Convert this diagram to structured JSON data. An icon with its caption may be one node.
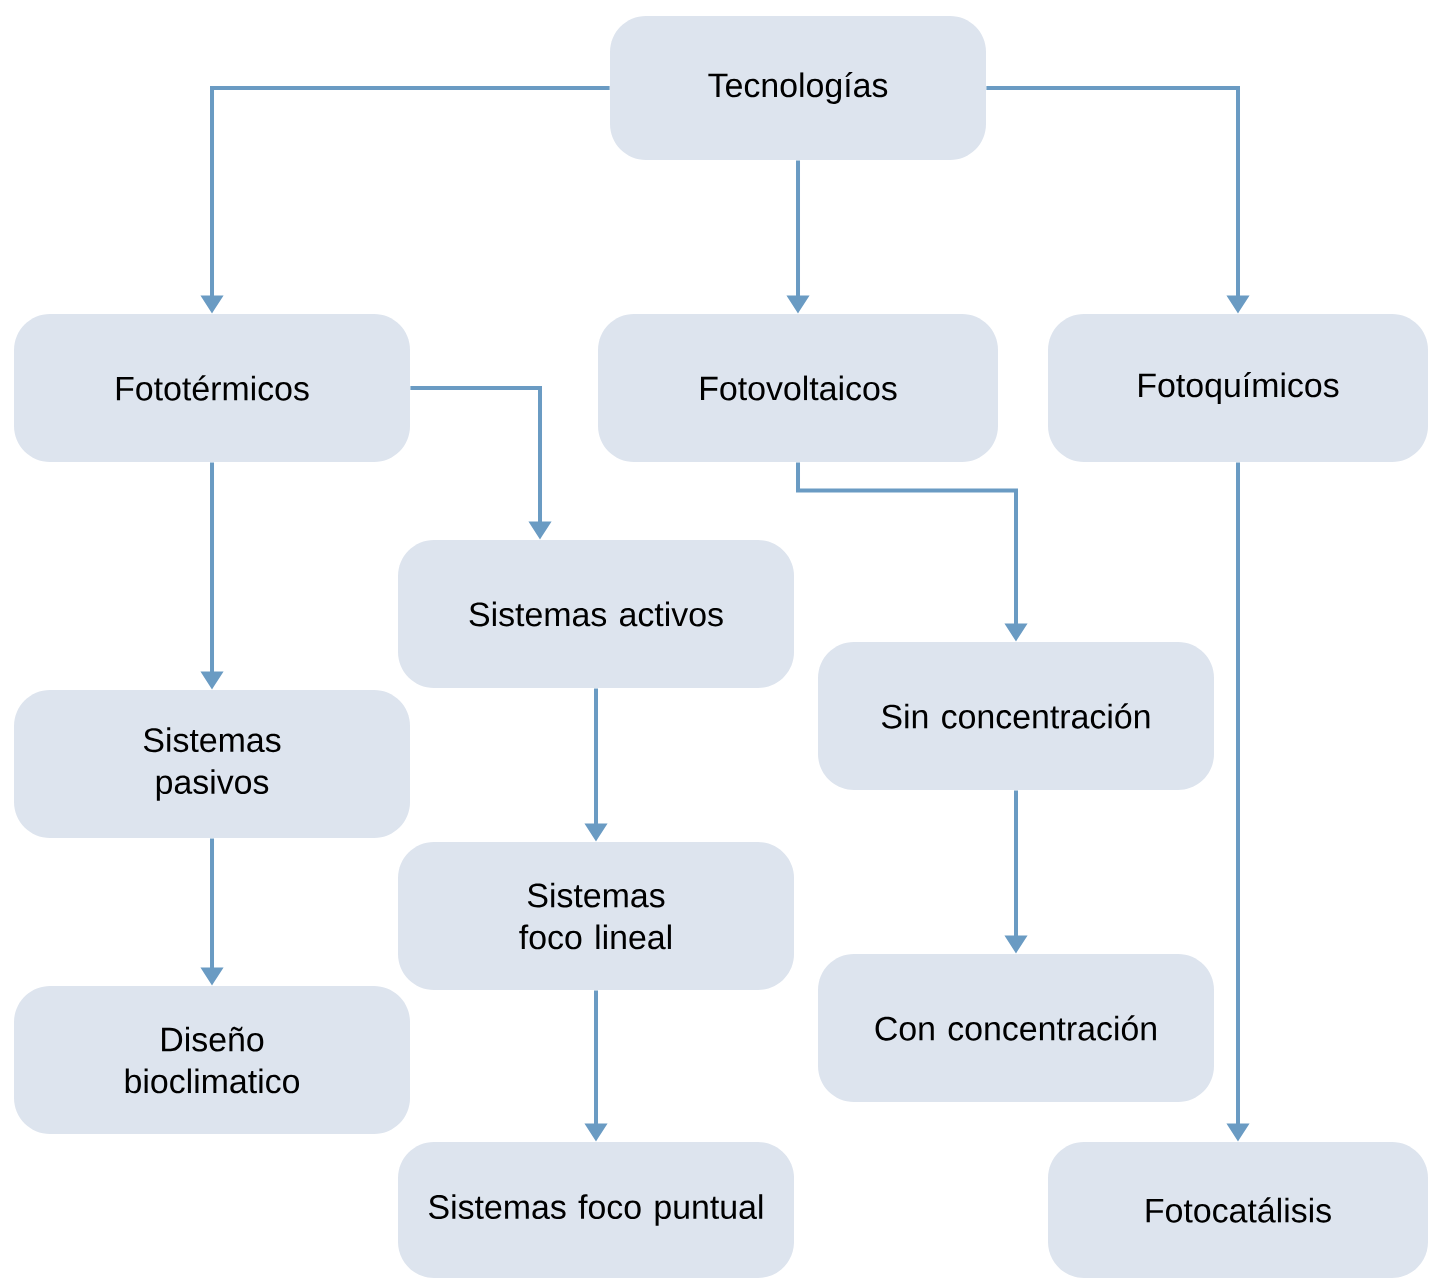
{
  "diagram": {
    "nodes": [
      {
        "text": [
          "Tecnologías"
        ]
      },
      {
        "text": [
          "Fototérmicos"
        ]
      },
      {
        "text": [
          "Fotovoltaicos"
        ]
      },
      {
        "text": [
          "Fotoquímicos"
        ]
      },
      {
        "text": [
          "Sistemas activos"
        ]
      },
      {
        "text": [
          "Sistemas pasivos"
        ]
      },
      {
        "text": [
          "Sin concentración"
        ]
      },
      {
        "text": [
          "Sistemas foco lineal"
        ]
      },
      {
        "text": [
          "Con concentración"
        ]
      },
      {
        "text": [
          "Diseño bioclimatico"
        ]
      },
      {
        "text": [
          "Sistemas foco puntual"
        ]
      },
      {
        "text": [
          "Fotocatálisis"
        ]
      }
    ],
    "edges": [
      {
        "from": 0,
        "to": 1,
        "arrow": "to"
      },
      {
        "from": 0,
        "to": 2,
        "arrow": "to"
      },
      {
        "from": 0,
        "to": 3,
        "arrow": "to"
      },
      {
        "from": 1,
        "to": 5,
        "arrow": "to"
      },
      {
        "from": 1,
        "to": 4,
        "arrow": "to"
      },
      {
        "from": 2,
        "to": 6,
        "arrow": "to"
      },
      {
        "from": 3,
        "to": 11,
        "arrow": "to"
      },
      {
        "from": 4,
        "to": 7,
        "arrow": "to"
      },
      {
        "from": 5,
        "to": 9,
        "arrow": "to"
      },
      {
        "from": 6,
        "to": 8,
        "arrow": "to"
      },
      {
        "from": 7,
        "to": 10,
        "arrow": "to"
      }
    ]
  }
}
